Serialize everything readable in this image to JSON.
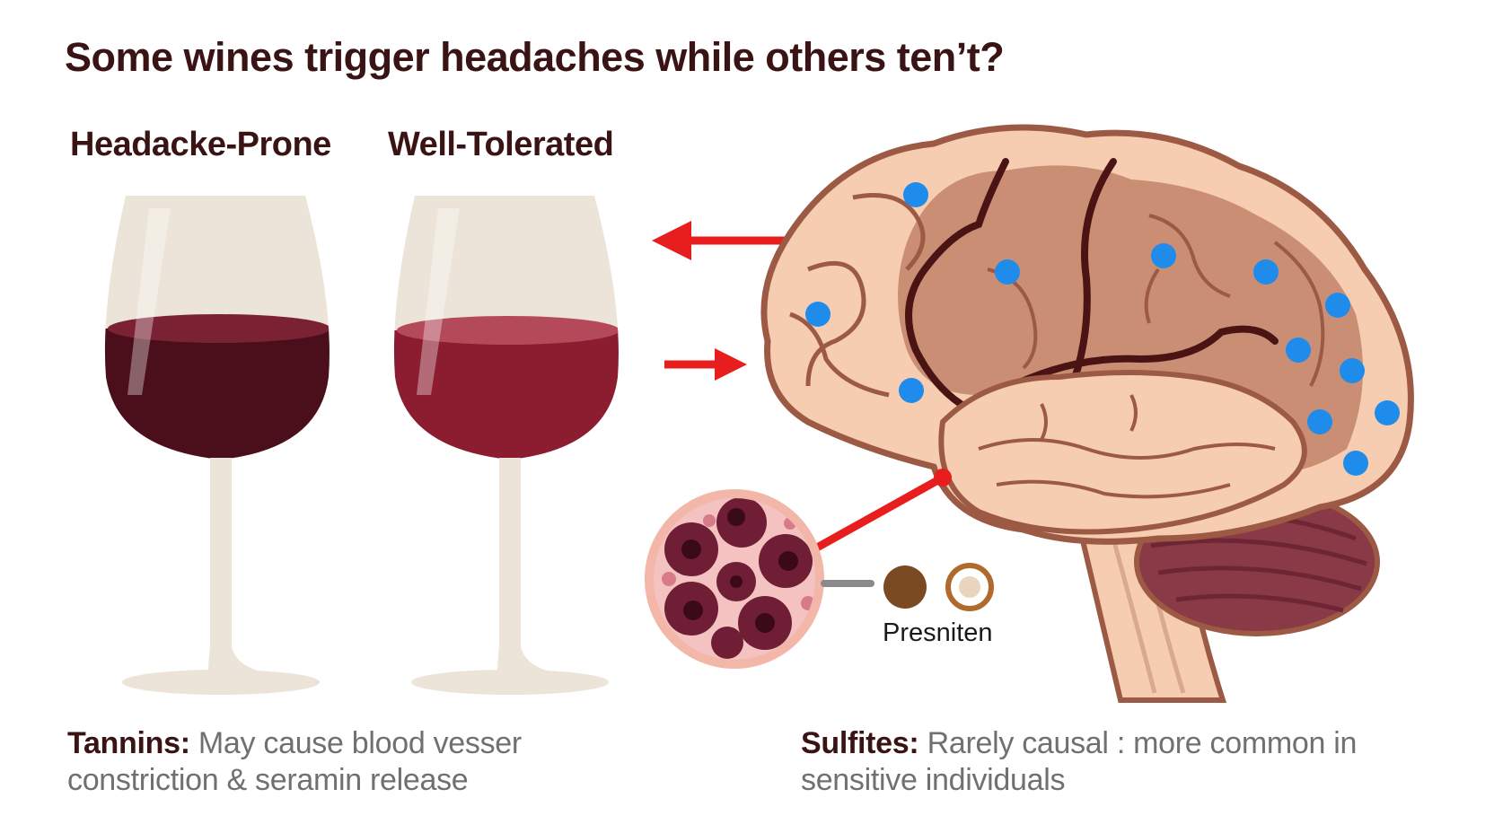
{
  "title": "Some wines trigger headaches while others ten’t?",
  "columns": {
    "prone_label": "Headacke-Prone",
    "tolerated_label": "Well-Tolerated"
  },
  "notes": {
    "tannins": {
      "term": "Tannins:",
      "text": "May cause blood vesser constriction & seramin release"
    },
    "sulfites": {
      "term": "Sulfites:",
      "text": "Rarely causal : more common in sensitive individuals"
    }
  },
  "particle_label": "Presniten",
  "colors": {
    "title": "#3a1414",
    "glass": "#ece4d8",
    "wine_dark": "#4a0f1a",
    "wine_light": "#8c1c30",
    "brain_outer": "#f6cdb1",
    "brain_inner": "#c98e73",
    "brain_outline": "#9c5a44",
    "cerebellum": "#8a3946",
    "arrow": "#e81d1d",
    "dot": "#1f8ceb",
    "note_term": "#3a1414",
    "note_text": "#707070"
  },
  "icons": [
    "wine-glass-icon",
    "brain-icon",
    "blood-vessel-icon",
    "arrow-icon",
    "particle-icon"
  ]
}
